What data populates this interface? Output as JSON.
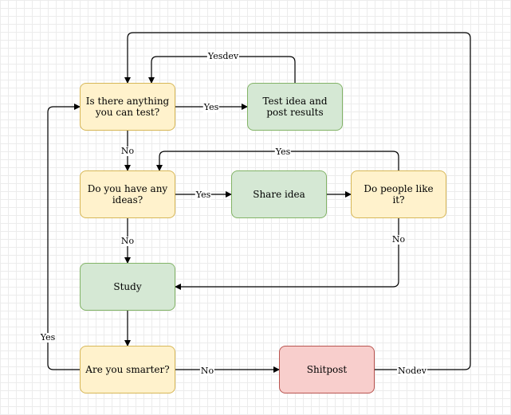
{
  "nodes": {
    "test": "Is there anything you can test?",
    "test_idea": "Test idea and post results",
    "have_ideas": "Do you have any ideas?",
    "share_idea": "Share idea",
    "people_like": "Do people like it?",
    "study": "Study",
    "smarter": "Are you smarter?",
    "shitpost": "Shitpost"
  },
  "edges": {
    "test_yes": "Yes",
    "test_no": "No",
    "testidea_back": "Yesdev",
    "ideas_yes": "Yes",
    "ideas_no": "No",
    "like_yes": "Yes",
    "like_no": "No",
    "smarter_yes": "Yes",
    "smarter_no": "No",
    "shitpost_back": "Nodev"
  },
  "colors": {
    "decision_fill": "#fff2cc",
    "decision_stroke": "#d6b656",
    "process_fill": "#d5e8d4",
    "process_stroke": "#82b366",
    "danger_fill": "#f8cecc",
    "danger_stroke": "#b85450"
  }
}
